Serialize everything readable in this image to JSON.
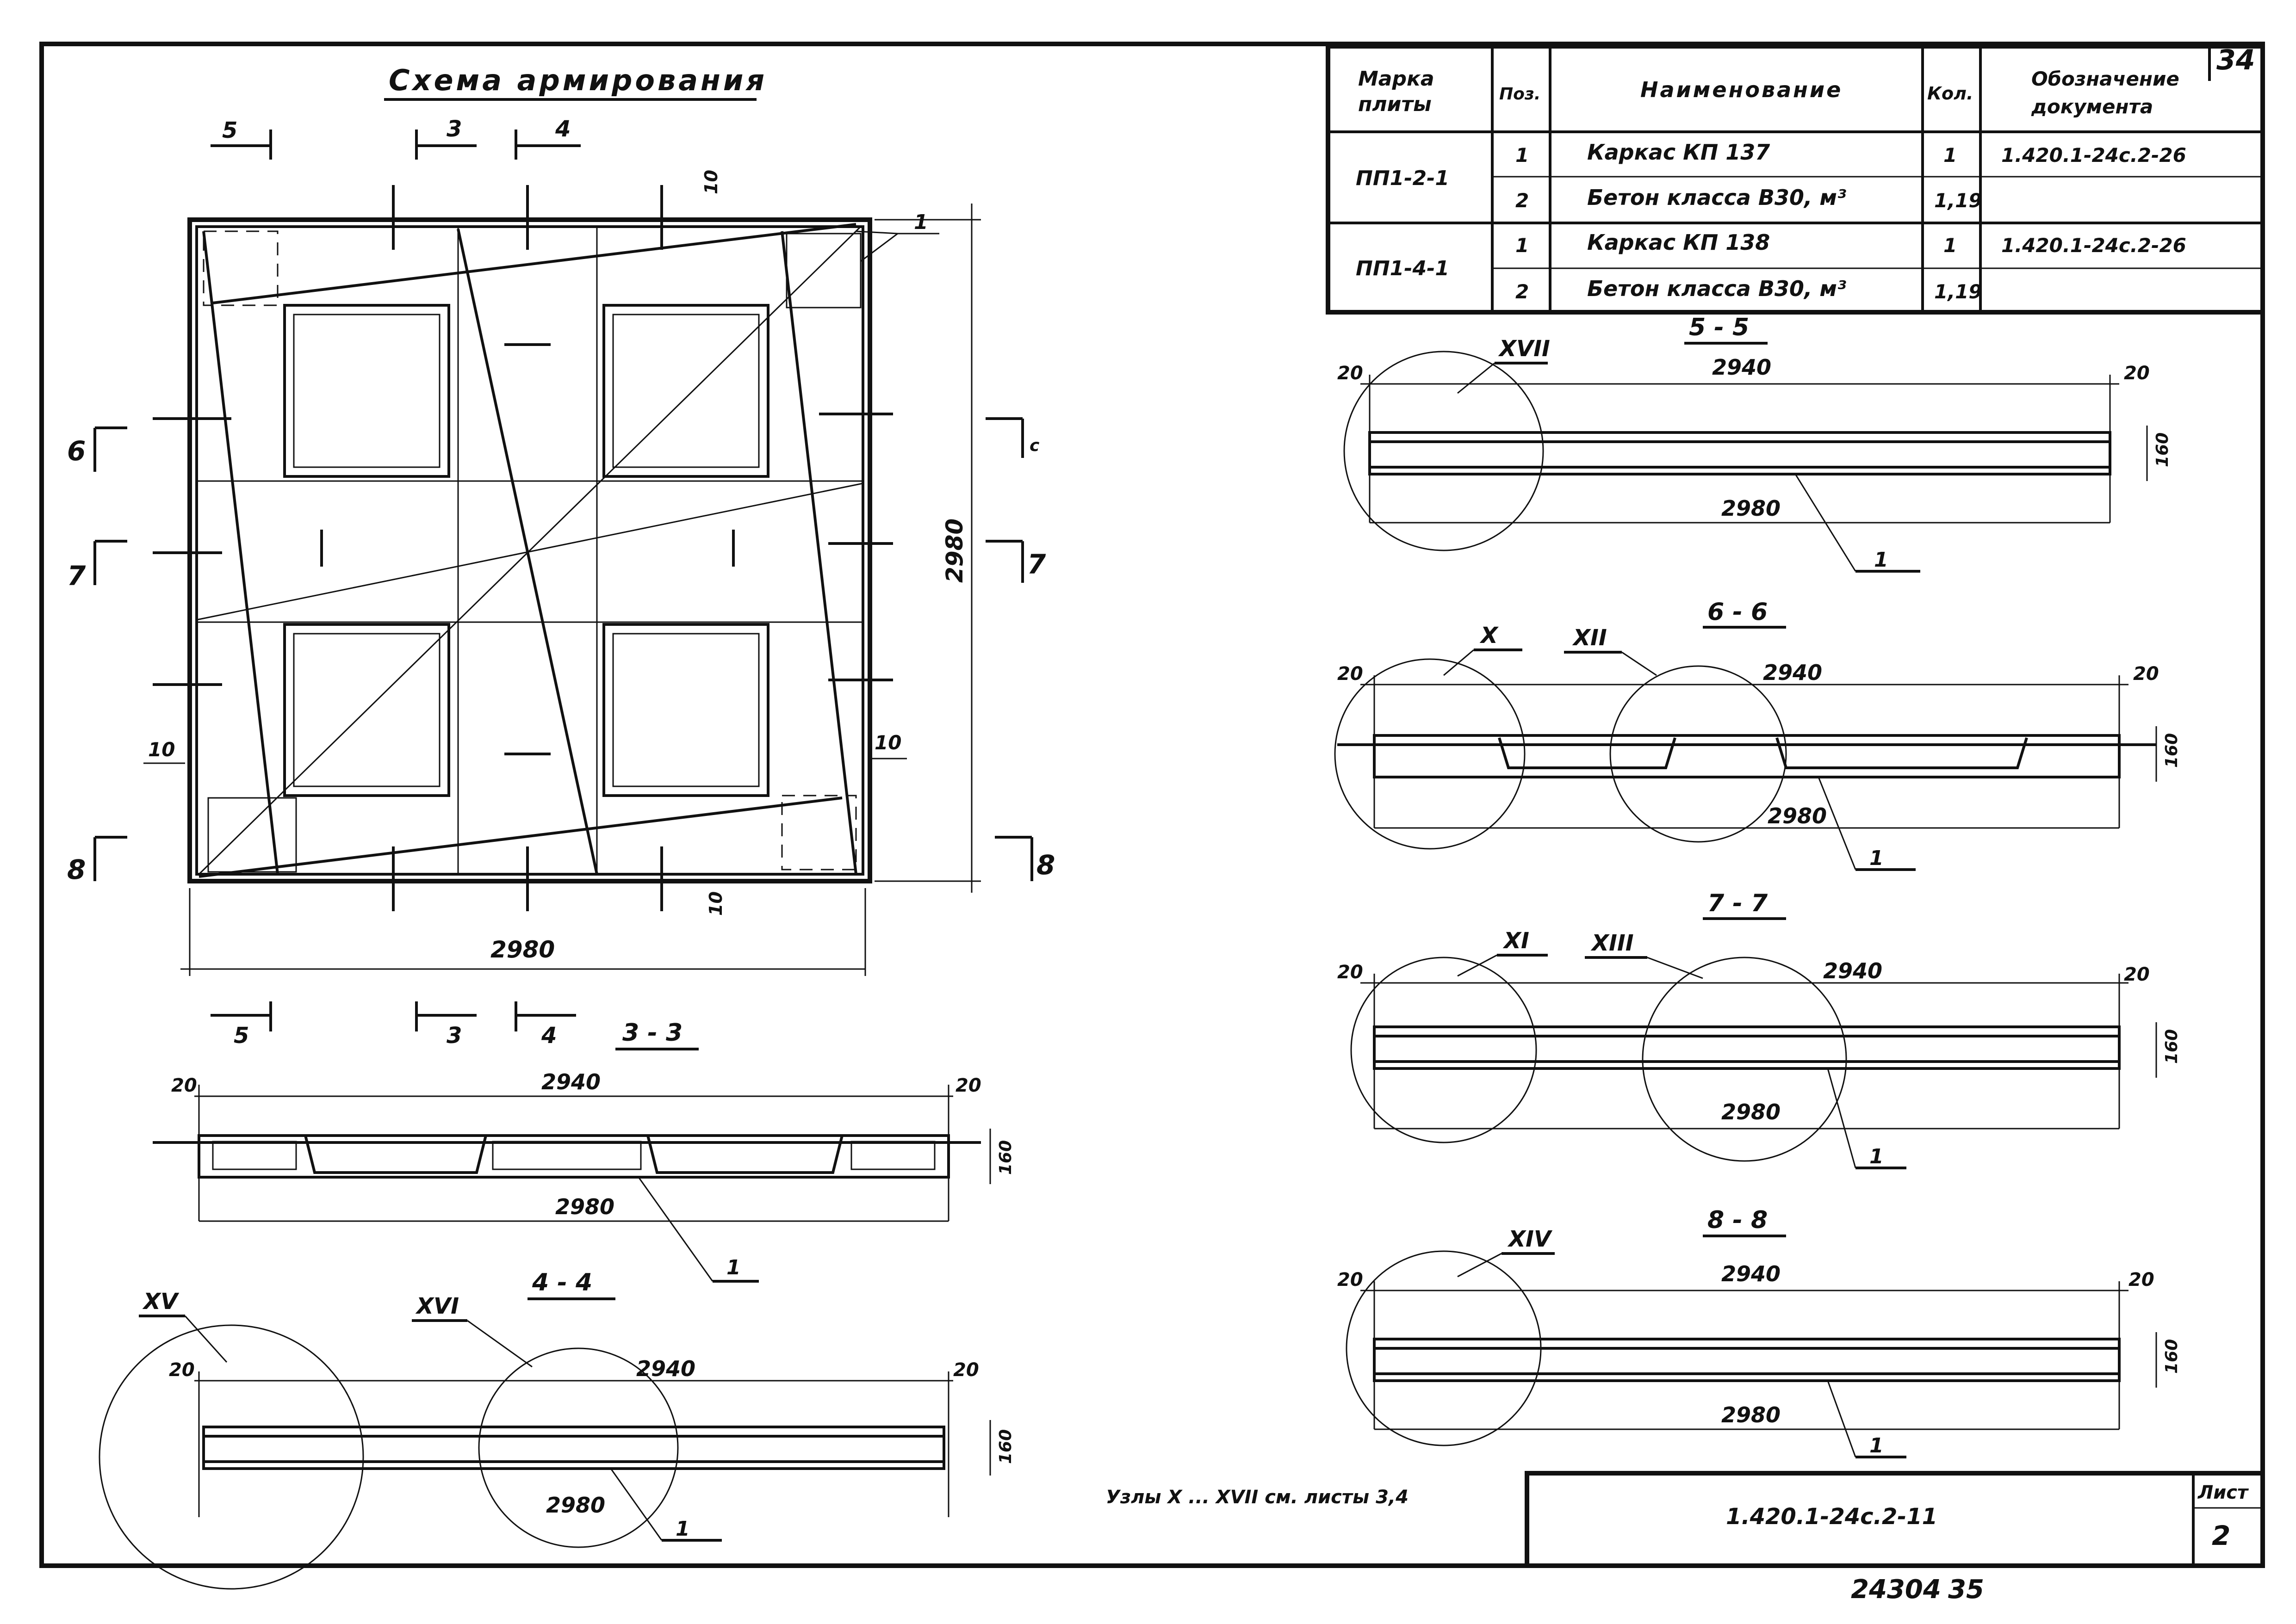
{
  "sheet": {
    "title": "Схема армирования",
    "corner_number": "34",
    "nodes_note": "Узлы X ... XVII см. листы 3,4",
    "document_code": "1.420.1-24с.2-11",
    "sheet_label": "Лист",
    "sheet_number": "2",
    "archive_number": "24304",
    "page_number": "35"
  },
  "table": {
    "headers": {
      "mark": "Марка плиты",
      "pos": "Поз.",
      "name": "Наименование",
      "qty": "Кол.",
      "doc": "Обозначение документа"
    },
    "rows": [
      {
        "mark": "ПП1-2-1",
        "pos": "1",
        "name": "Каркас КП 137",
        "qty": "1",
        "doc": "1.420.1-24с.2-26"
      },
      {
        "mark": "",
        "pos": "2",
        "name": "Бетон класса В30, м³",
        "qty": "1,19",
        "doc": ""
      },
      {
        "mark": "ПП1-4-1",
        "pos": "1",
        "name": "Каркас КП 138",
        "qty": "1",
        "doc": "1.420.1-24с.2-26"
      },
      {
        "mark": "",
        "pos": "2",
        "name": "Бетон класса В30, м³",
        "qty": "1,19",
        "doc": ""
      }
    ]
  },
  "plan": {
    "width_dim": "2980",
    "height_dim": "2980",
    "edge_dim": "10",
    "callout": "1",
    "cut_labels": [
      "3",
      "4",
      "5",
      "6",
      "7",
      "8"
    ],
    "cut_label_alt": "с"
  },
  "sections": {
    "s33": {
      "title": "3 - 3",
      "top": "2940",
      "bottom": "2980",
      "left": "20",
      "right": "20",
      "height": "160",
      "callout": "1"
    },
    "s44": {
      "title": "4 - 4",
      "top": "2940",
      "bottom": "2980",
      "left": "20",
      "right": "20",
      "height": "160",
      "callout": "1",
      "nodes": [
        "XV",
        "XVI"
      ]
    },
    "s55": {
      "title": "5 - 5",
      "top": "2940",
      "bottom": "2980",
      "left": "20",
      "right": "20",
      "height": "160",
      "callout": "1",
      "nodes": [
        "XVII"
      ]
    },
    "s66": {
      "title": "6 - 6",
      "top": "2940",
      "bottom": "2980",
      "left": "20",
      "right": "20",
      "height": "160",
      "callout": "1",
      "nodes": [
        "X",
        "XII"
      ]
    },
    "s77": {
      "title": "7 - 7",
      "top": "2940",
      "bottom": "2980",
      "left": "20",
      "right": "20",
      "height": "160",
      "callout": "1",
      "nodes": [
        "XI",
        "XIII"
      ]
    },
    "s88": {
      "title": "8 - 8",
      "top": "2940",
      "bottom": "2980",
      "left": "20",
      "right": "20",
      "height": "160",
      "callout": "1",
      "nodes": [
        "XIV"
      ]
    }
  }
}
